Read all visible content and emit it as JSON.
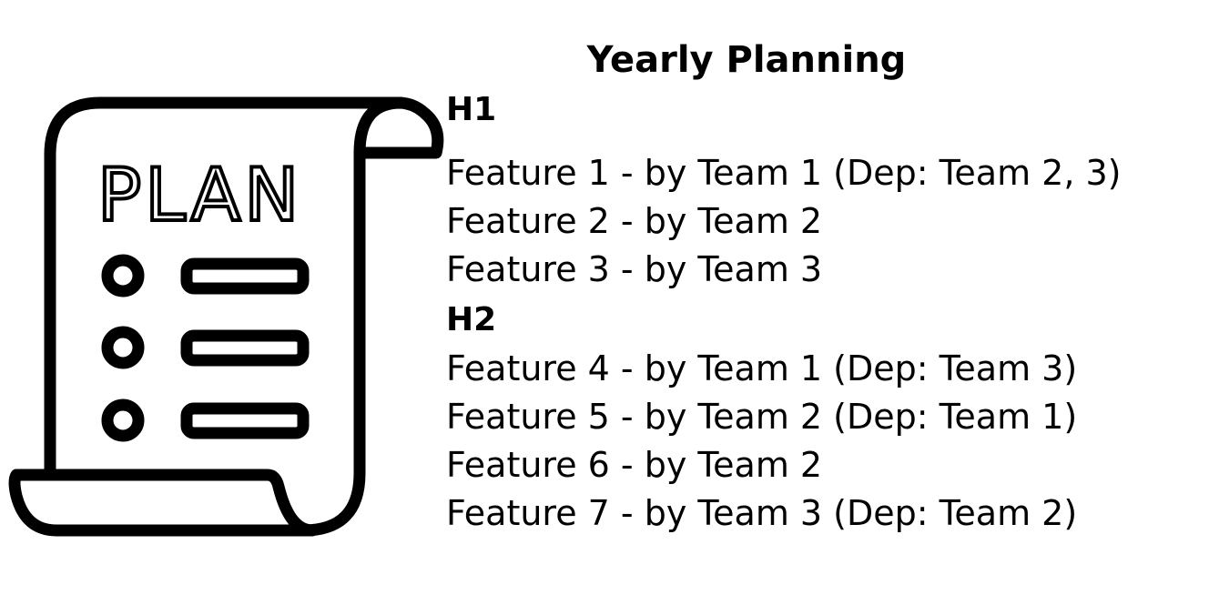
{
  "illustration": {
    "icon": "plan-scroll-icon",
    "label": "PLAN",
    "stroke_color": "#000000"
  },
  "title": "Yearly Planning",
  "sections": [
    {
      "heading": "H1",
      "features": [
        "Feature 1 - by Team 1 (Dep: Team 2, 3)",
        "Feature 2 - by Team 2",
        "Feature 3 - by Team 3"
      ]
    },
    {
      "heading": "H2",
      "features": [
        "Feature 4 - by Team 1 (Dep: Team 3)",
        "Feature 5 - by Team 2 (Dep: Team 1)",
        "Feature 6 - by Team 2",
        "Feature 7 - by Team 3 (Dep: Team 2)"
      ]
    }
  ]
}
